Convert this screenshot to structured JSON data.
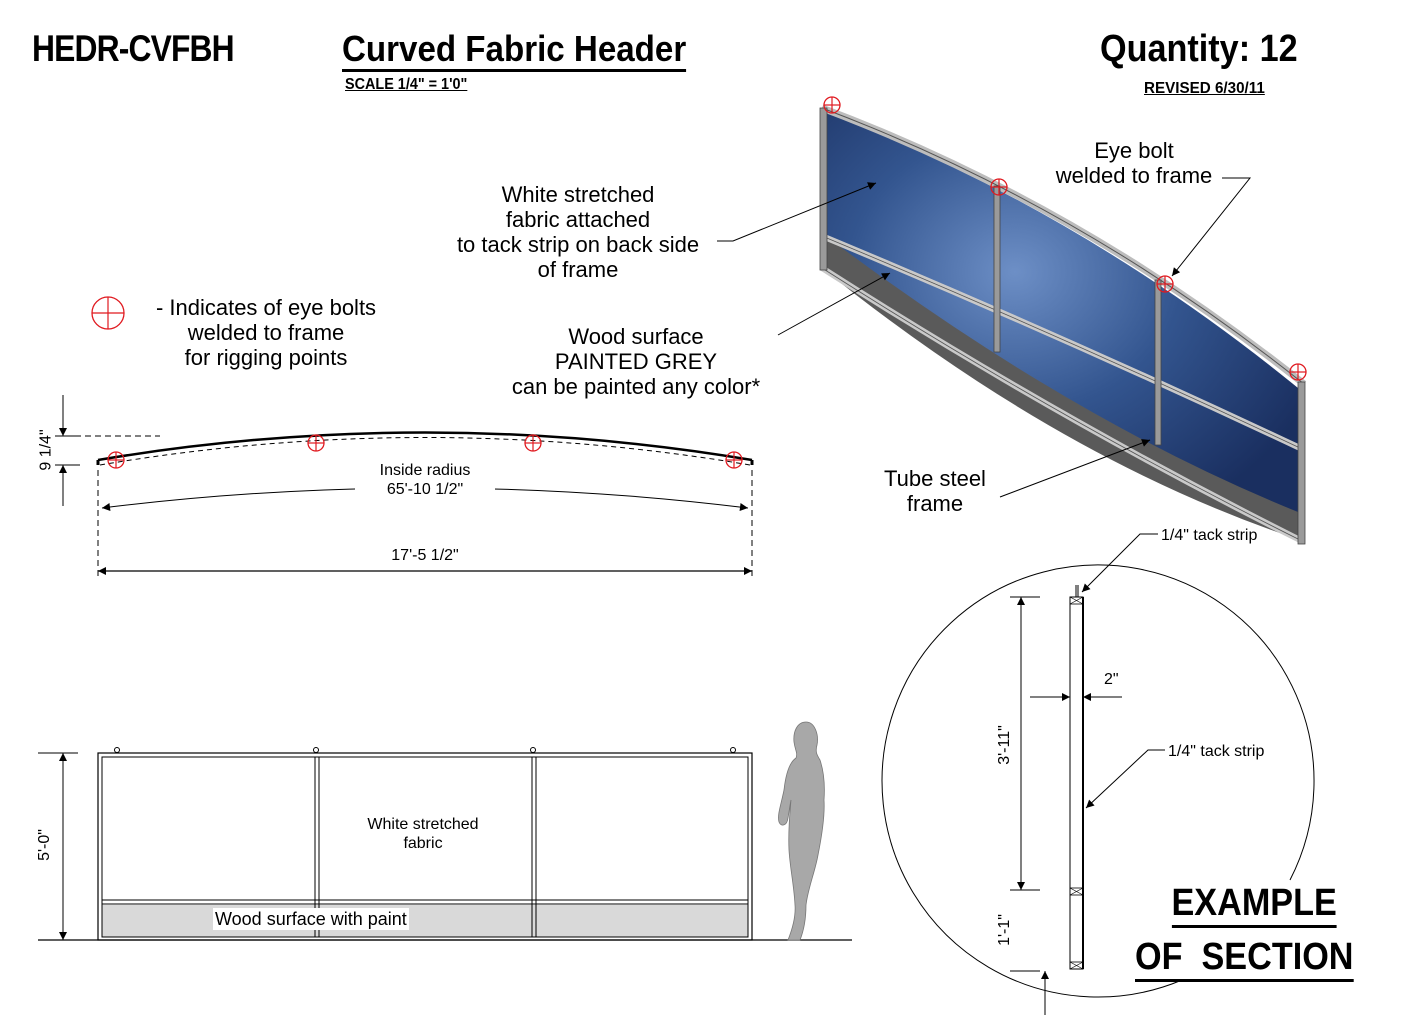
{
  "header": {
    "product_code": "HEDR-CVFBH",
    "title": "Curved Fabric Header",
    "scale": "SCALE 1/4\" = 1'0\"",
    "quantity": "Quantity: 12",
    "revised": "REVISED 6/30/11"
  },
  "legend": {
    "icon": "eye-bolt-crosshair-icon",
    "text": "- Indicates of eye bolts\nwelded to frame\nfor rigging points"
  },
  "callouts": {
    "fabric": "White stretched\nfabric attached\nto tack strip on back side\nof frame",
    "wood": "Wood surface\nPAINTED GREY\ncan be painted any color*",
    "eye_bolt": "Eye bolt\nwelded to frame",
    "tube_steel": "Tube steel\nframe"
  },
  "plan_view": {
    "rise": "9 1/4\"",
    "inside_radius_label": "Inside radius",
    "inside_radius": "65'-10 1/2\"",
    "overall_width": "17'-5 1/2\"",
    "eye_bolt_count": 4
  },
  "elevation_view": {
    "height": "5'-0\"",
    "fabric_label": "White stretched\nfabric",
    "wood_label": "Wood surface with paint",
    "panel_count": 3
  },
  "section_view": {
    "tack_strip_top": "1/4\" tack strip",
    "tack_strip_side": "1/4\" tack strip",
    "depth": "2\"",
    "fabric_height": "3'-11\"",
    "wood_height": "1'-1\"",
    "title_line1": "EXAMPLE",
    "title_line2": "OF  SECTION"
  },
  "colors": {
    "eye_bolt": "#e0191f",
    "fabric_blue": "#2d4f8e",
    "wood_grey": "#d9d9d9",
    "frame_grey": "#8a8a8a"
  }
}
